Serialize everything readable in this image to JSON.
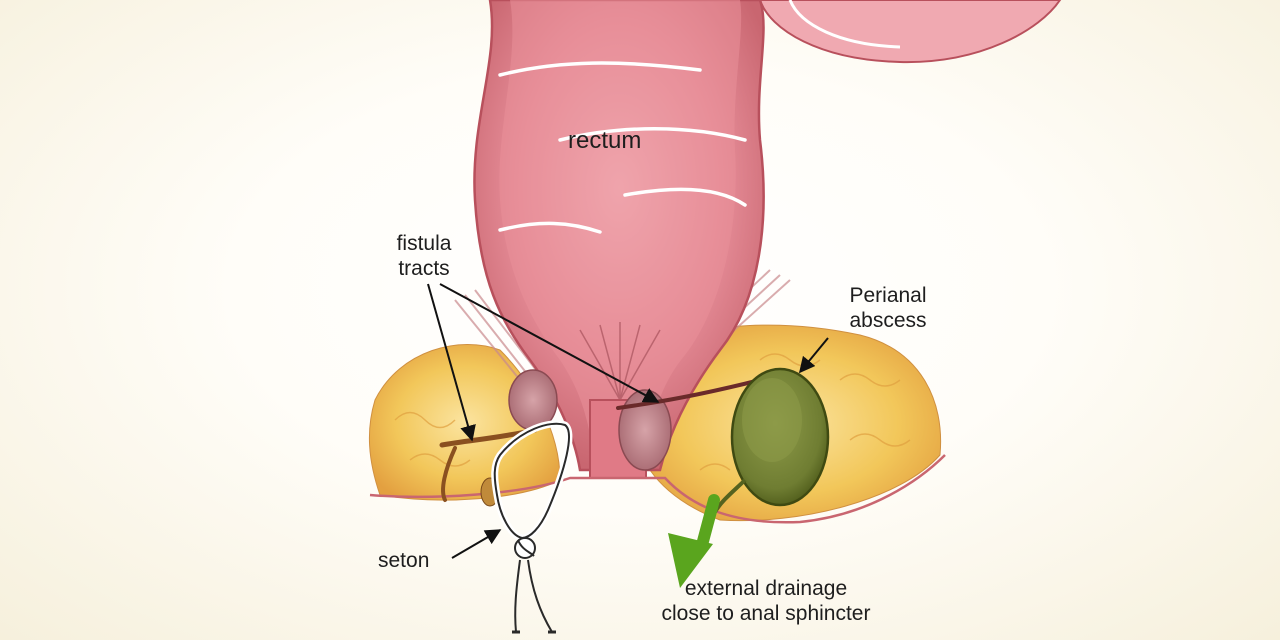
{
  "labels": {
    "rectum": "rectum",
    "fistula_tracts": {
      "line1": "fistula",
      "line2": "tracts"
    },
    "perianal_abscess": {
      "line1": "Perianal",
      "line2": "abscess"
    },
    "seton": "seton",
    "external_drainage": {
      "line1": "external drainage",
      "line2": "close to anal sphincter"
    }
  },
  "colors": {
    "background": "#fffdf8",
    "rectum_wall": "#e58c97",
    "rectum_inner": "#c96670",
    "fat_tissue": "#f2c75a",
    "abscess": "#6f7d32",
    "drainage_arrow": "#5aa51e",
    "leader_lines": "#111111"
  }
}
